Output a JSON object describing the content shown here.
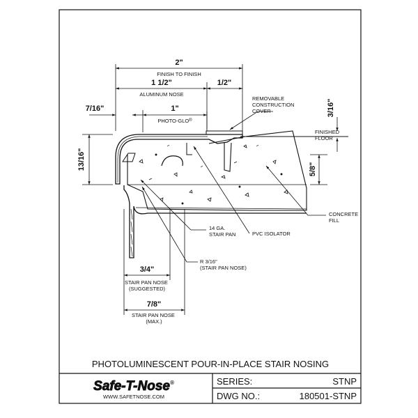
{
  "dimensions": {
    "overall_width": "2\"",
    "finish_to_finish": "FINISH TO FINISH",
    "nose_width": "1 1/2\"",
    "aluminum_nose": "ALUMINUM NOSE",
    "lip_width": "1/2\"",
    "inset": "7/16\"",
    "photo_glo_width": "1\"",
    "photo_glo": "PHOTO-GLO",
    "photo_glo_mark": "®",
    "top_offset": "3/16\"",
    "nose_height": "13/16\"",
    "depth": "5/8\"",
    "pan_nose_suggested": "3/4\"",
    "pan_nose_max": "7/8\""
  },
  "callouts": {
    "cover": [
      "REMOVABLE",
      "CONSTRUCTION",
      "COVER"
    ],
    "floor": [
      "FINISHED",
      "FLOOR"
    ],
    "fill": [
      "CONCRETE",
      "FILL"
    ],
    "pan": [
      "14 GA.",
      "STAIR PAN"
    ],
    "isolator": "PVC ISOLATOR",
    "radius": [
      "R 3/16\"",
      "(STAIR PAN NOSE)"
    ],
    "suggested": [
      "STAIR PAN NOSE",
      "(SUGGESTED)"
    ],
    "max": [
      "STAIR PAN NOSE",
      "(MAX.)"
    ]
  },
  "title_block": {
    "drawing_title": "PHOTOLUMINESCENT POUR-IN-PLACE STAIR NOSING",
    "logo_text": "Safe-T-Nose",
    "logo_mark": "®",
    "website": "WWW.SAFETNOSE.COM",
    "series_label": "SERIES:",
    "series_value": "STNP",
    "dwg_label": "DWG NO.:",
    "dwg_value": "180501-STNP"
  },
  "colors": {
    "ink": "#111111",
    "paper": "#ffffff"
  }
}
